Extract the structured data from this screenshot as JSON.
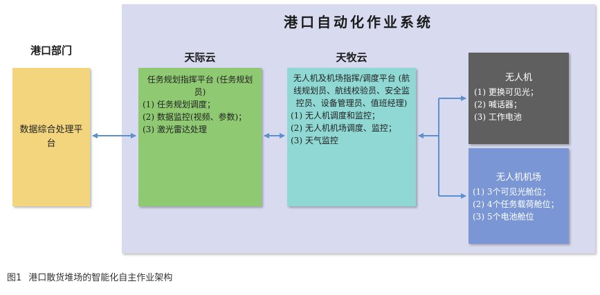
{
  "system": {
    "title": "港口自动化作业系统"
  },
  "port_dept": {
    "label": "港口部门",
    "box_text": "数据综合处理平台"
  },
  "tianji": {
    "label": "天际云",
    "title": "任务规划指挥平台 (任务规划员)",
    "items": [
      "(1) 任务规划调度；",
      "(2) 数据监控(视频、参数)；",
      "(3) 激光雷达处理"
    ]
  },
  "tianmu": {
    "label": "天牧云",
    "title": "无人机及机场指挥/调度平台 (航线规划员、航线校验员、安全监控员、设备管理员、值班经理)",
    "items": [
      "(1) 无人机调度和监控；",
      "(2) 无人机机场调度、监控；",
      "(3) 天气监控"
    ]
  },
  "uav": {
    "title": "无人机",
    "items": [
      "(1) 更换可见光；",
      "(2) 喊话器；",
      "(3) 工作电池"
    ]
  },
  "hangar": {
    "title": "无人机机场",
    "items": [
      "(1) 3个可见光舱位；",
      "(2) 4个任务载荷舱位；",
      "(3) 5个电池舱位"
    ]
  },
  "caption": {
    "figure_number": "图1",
    "text": "港口散货堆场的智能化自主作业架构"
  },
  "colors": {
    "system_panel": "#d8daf0",
    "port_box": "#f2d57c",
    "tianji_box": "#8fca72",
    "tianmu_box": "#8fd8d4",
    "uav_box": "#5f5f5f",
    "hangar_box": "#7a96d4",
    "arrow": "#5b8fd0"
  }
}
